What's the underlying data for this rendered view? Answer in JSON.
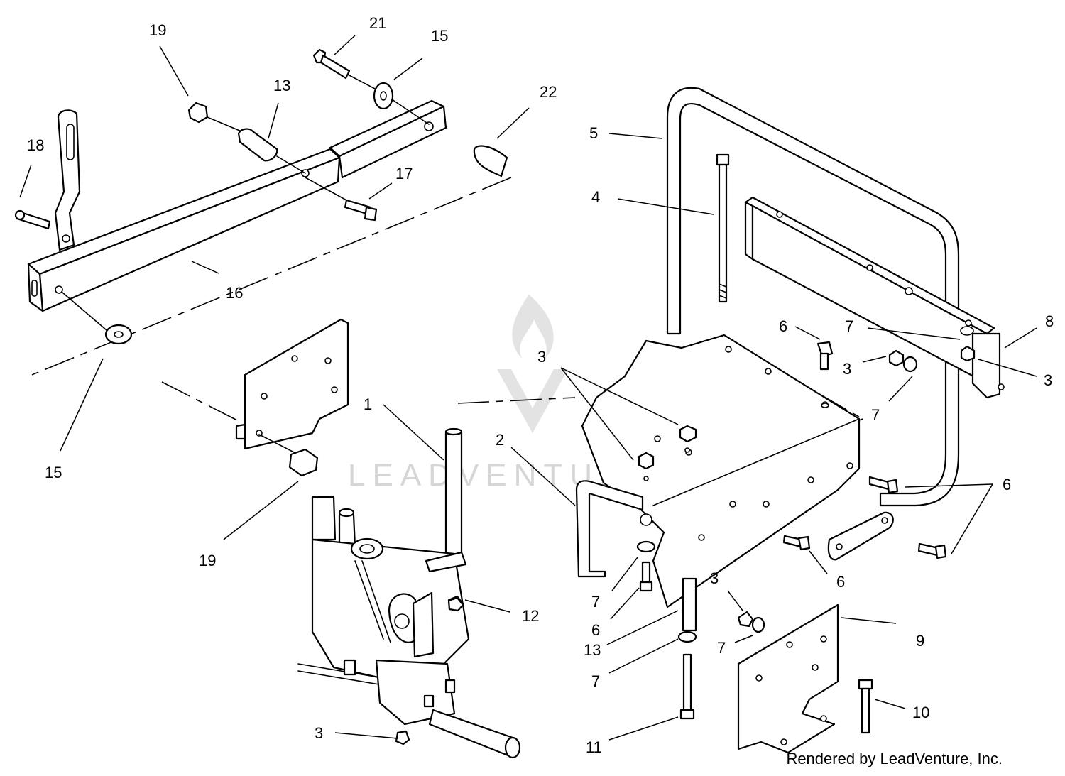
{
  "watermark": {
    "text": "LEADVENTURE"
  },
  "credit": "Rendered by LeadVenture, Inc.",
  "callouts": [
    {
      "id": "c21",
      "label": "21"
    },
    {
      "id": "c19a",
      "label": "19"
    },
    {
      "id": "c15a",
      "label": "15"
    },
    {
      "id": "c13a",
      "label": "13"
    },
    {
      "id": "c22",
      "label": "22"
    },
    {
      "id": "c18",
      "label": "18"
    },
    {
      "id": "c17",
      "label": "17"
    },
    {
      "id": "c16",
      "label": "16"
    },
    {
      "id": "c15b",
      "label": "15"
    },
    {
      "id": "c1",
      "label": "1"
    },
    {
      "id": "c19b",
      "label": "19"
    },
    {
      "id": "c2",
      "label": "2"
    },
    {
      "id": "c3a",
      "label": "3"
    },
    {
      "id": "c5",
      "label": "5"
    },
    {
      "id": "c4",
      "label": "4"
    },
    {
      "id": "c6a",
      "label": "6"
    },
    {
      "id": "c7a",
      "label": "7"
    },
    {
      "id": "c8",
      "label": "8"
    },
    {
      "id": "c3b",
      "label": "3"
    },
    {
      "id": "c3c",
      "label": "3"
    },
    {
      "id": "c7b",
      "label": "7"
    },
    {
      "id": "c6b",
      "label": "6"
    },
    {
      "id": "c6c",
      "label": "6"
    },
    {
      "id": "c12",
      "label": "12"
    },
    {
      "id": "c7c",
      "label": "7"
    },
    {
      "id": "c6d",
      "label": "6"
    },
    {
      "id": "c13b",
      "label": "13"
    },
    {
      "id": "c3d",
      "label": "3"
    },
    {
      "id": "c7d",
      "label": "7"
    },
    {
      "id": "c9",
      "label": "9"
    },
    {
      "id": "c7e",
      "label": "7"
    },
    {
      "id": "c11",
      "label": "11"
    },
    {
      "id": "c10",
      "label": "10"
    },
    {
      "id": "c3e",
      "label": "3"
    }
  ]
}
